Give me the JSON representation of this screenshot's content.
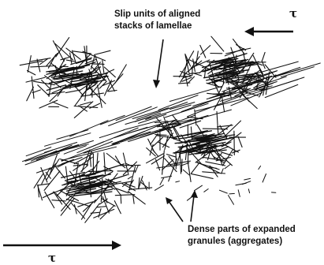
{
  "labels": {
    "slip_line1": "Slip units of aligned",
    "slip_line2": "stacks of lamellae",
    "dense_line1": "Dense parts of expanded",
    "dense_line2": "granules (aggregates)"
  },
  "tau_top": "τ",
  "tau_bottom": "τ",
  "colors": {
    "stroke": "#111111",
    "background": "#ffffff"
  }
}
